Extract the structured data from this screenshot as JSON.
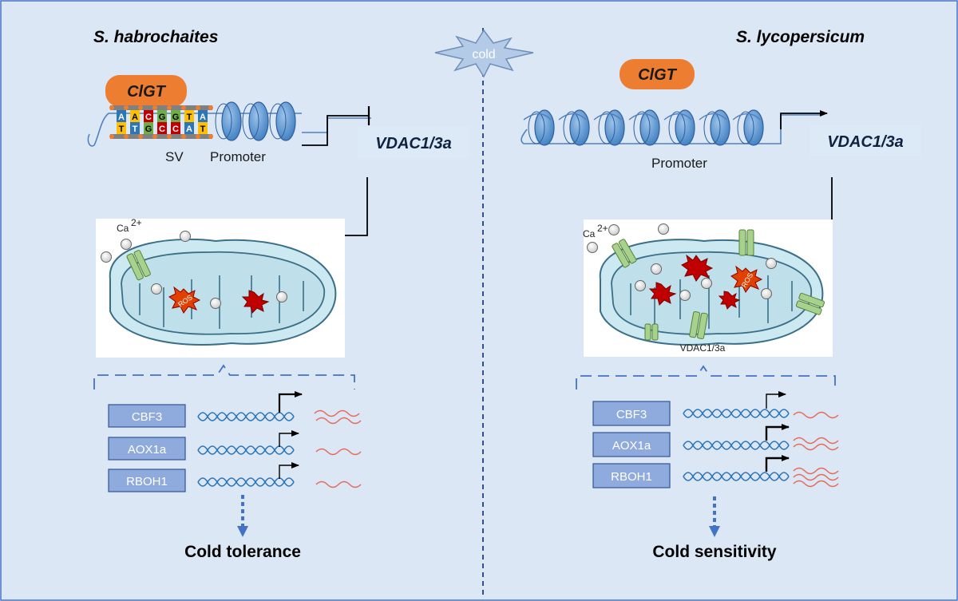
{
  "cold_label": "cold",
  "left": {
    "species": "S. habrochaites",
    "cigt": "ClGT",
    "sv_label": "SV",
    "promoter_label": "Promoter",
    "gene": "VDAC1/3a",
    "ion_label": "Ca",
    "ion_charge": "2+",
    "ros_label": "ROS",
    "genes": [
      "CBF3",
      "AOX1a",
      "RBOH1"
    ],
    "outcome": "Cold tolerance",
    "nucleotides_top": [
      "A",
      "A",
      "C",
      "G",
      "G",
      "T",
      "A"
    ],
    "nucleotides_bottom": [
      "T",
      "T",
      "G",
      "C",
      "C",
      "A",
      "T"
    ]
  },
  "right": {
    "species": "S. lycopersicum",
    "cigt": "ClGT",
    "promoter_label": "Promoter",
    "gene": "VDAC1/3a",
    "ion_label": "Ca",
    "ion_charge": "2+",
    "ros_label": "ROS",
    "channel_label": "VDAC1/3a",
    "genes": [
      "CBF3",
      "AOX1a",
      "RBOH1"
    ],
    "outcome": "Cold  sensitivity"
  },
  "colors": {
    "panel_bg": "#dbe7f5",
    "nucleosome": "#5b9bd5",
    "cigt": "#ed7d31",
    "gene_box": "#dceaf7",
    "gene_list_box": "#8faadc",
    "membrane": "#cce8f0",
    "channel": "#a9d18e",
    "ros": "#c00000",
    "arrow": "#4472c4"
  }
}
